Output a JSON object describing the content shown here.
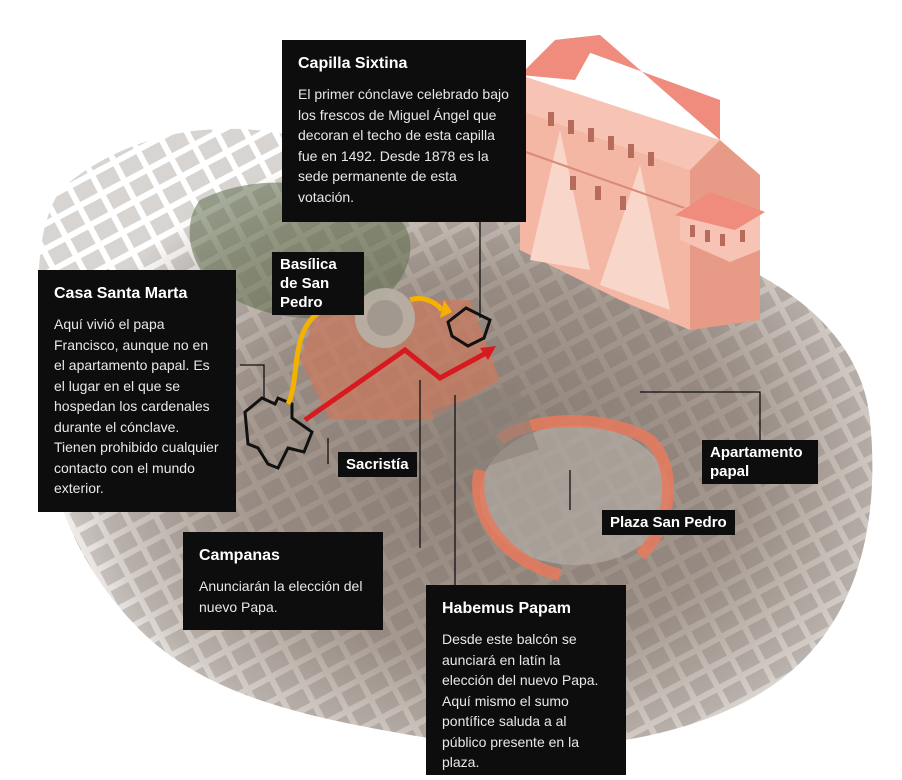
{
  "colors": {
    "callout_bg": "#0d0d0d",
    "route_red": "#d71920",
    "route_yellow": "#f3b200",
    "building_pink": "#f2b3a3",
    "roof_salmon": "#ef8c7d",
    "plaza_arc": "#e87a5d"
  },
  "callouts": {
    "capilla": {
      "title": "Capilla Sixtina",
      "body": "El primer cónclave celebrado bajo los frescos de Miguel Ángel que decoran el techo de esta capilla fue en 1492. Desde 1878 es la sede permanente de esta votación."
    },
    "santa_marta": {
      "title": "Casa Santa Marta",
      "body": "Aquí vivió el papa Francisco, aunque no en el apartamento papal. Es el lugar en el que se hospedan los cardenales durante el cónclave. Tienen prohibido cualquier contacto con el mundo exterior."
    },
    "campanas": {
      "title": "Campanas",
      "body": "Anunciarán la elección del nuevo Papa."
    },
    "habemus": {
      "title": "Habemus Papam",
      "body": "Desde este balcón se aunciará en latín la elección del nuevo Papa. Aquí mismo el sumo pontífice saluda a al público presente en la plaza."
    }
  },
  "labels": {
    "basilica": "Basílica de San Pedro",
    "sacristia": "Sacristía",
    "apartamento": "Apartamento papal",
    "plaza": "Plaza San Pedro"
  }
}
